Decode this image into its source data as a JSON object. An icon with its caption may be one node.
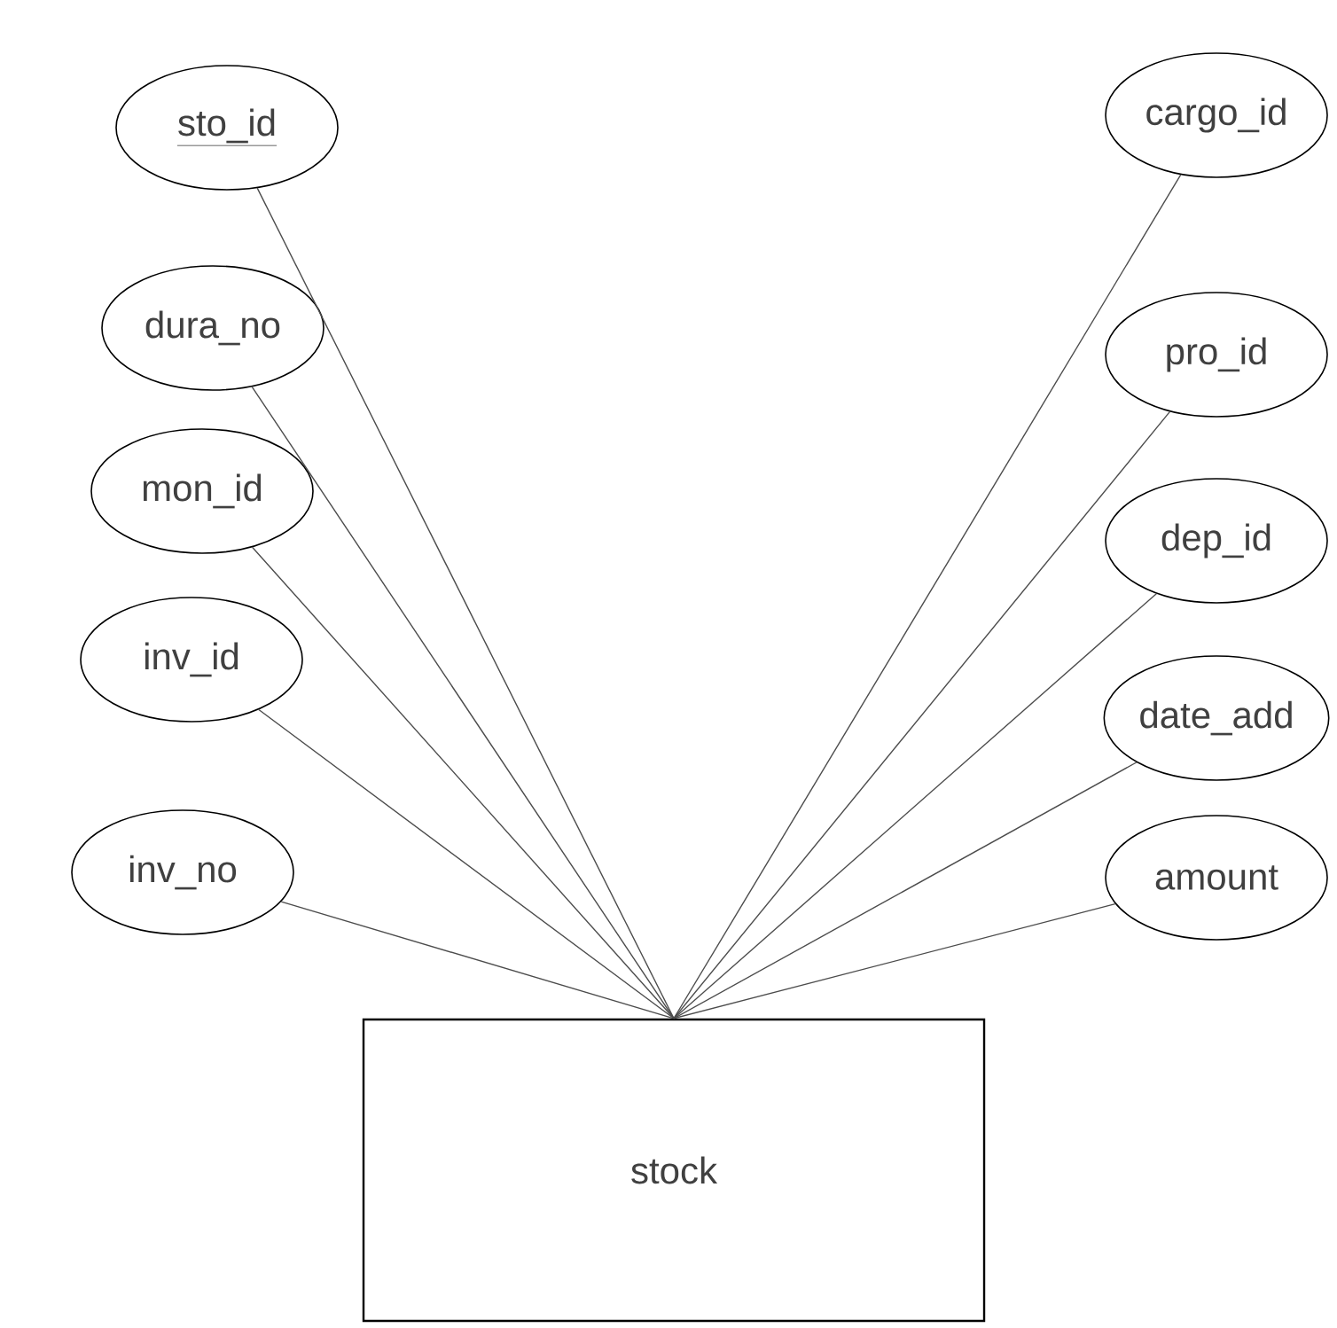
{
  "diagram": {
    "nodes": [
      {
        "text": [
          "sto_id"
        ]
      },
      {
        "text": [
          "dura_no"
        ]
      },
      {
        "text": [
          "mon_id"
        ]
      },
      {
        "text": [
          "inv_id"
        ]
      },
      {
        "text": [
          "inv_no"
        ]
      },
      {
        "text": [
          "cargo_id"
        ]
      },
      {
        "text": [
          "pro_id"
        ]
      },
      {
        "text": [
          "dep_id"
        ]
      },
      {
        "text": [
          "date_add"
        ]
      },
      {
        "text": [
          "amount"
        ]
      },
      {
        "text": [
          "stock"
        ]
      }
    ],
    "edges": [
      {
        "from": 0,
        "to": 10,
        "arrow": "none"
      },
      {
        "from": 1,
        "to": 10,
        "arrow": "none"
      },
      {
        "from": 2,
        "to": 10,
        "arrow": "none"
      },
      {
        "from": 3,
        "to": 10,
        "arrow": "none"
      },
      {
        "from": 4,
        "to": 10,
        "arrow": "none"
      },
      {
        "from": 5,
        "to": 10,
        "arrow": "none"
      },
      {
        "from": 6,
        "to": 10,
        "arrow": "none"
      },
      {
        "from": 7,
        "to": 10,
        "arrow": "none"
      },
      {
        "from": 8,
        "to": 10,
        "arrow": "none"
      },
      {
        "from": 9,
        "to": 10,
        "arrow": "none"
      }
    ]
  }
}
